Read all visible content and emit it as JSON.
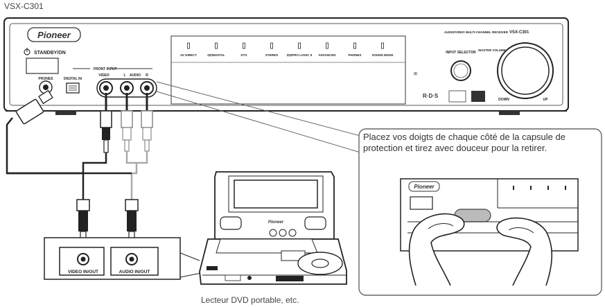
{
  "model_label": "VSX-C301",
  "receiver": {
    "brand": "Pioneer",
    "standby_label": "STANDBY/ON",
    "model_title": "AUDIO/VIDEO MULTI-CHANNEL RECEIVER",
    "model_number": "VSX-C301",
    "buttons": [
      "AV DIRECT",
      "⊡⊡DIGITAL",
      "DTS",
      "STEREO",
      "⊡⊡PRO LOGIC II",
      "ADVANCED",
      "PHONES",
      "SOUND MODE"
    ],
    "input_selector_label": "INPUT SELECTOR",
    "master_volume_label": "MASTER VOLUME",
    "down_label": "DOWN",
    "up_label": "UP",
    "front_input_label": "FRONT INPUT",
    "video_label": "VIDEO",
    "audio_label": "AUDIO",
    "l_label": "L",
    "r_label": "R",
    "phones_label": "PHONES",
    "digital_in_label": "DIGITAL IN",
    "rds_logo": "R·D·S"
  },
  "dvd_player": {
    "brand": "Pioneer",
    "video_port_label": "VIDEO IN/OUT",
    "audio_port_label": "AUDIO IN/OUT"
  },
  "callout": {
    "text": "Placez vos doigts de chaque côté de la capsule de protection et tirez avec douceur pour la retirer.",
    "brand": "Pioneer"
  },
  "caption": "Lecteur DVD portable, etc."
}
